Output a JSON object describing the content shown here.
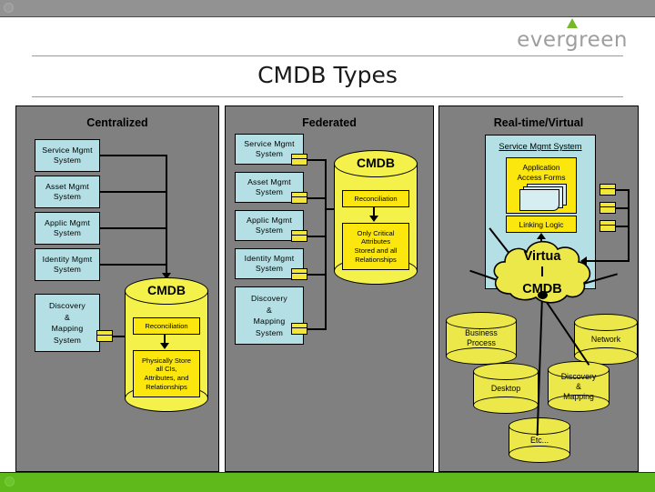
{
  "chrome": {
    "top_bar_color": "#929292",
    "bottom_bar_color": "#5fb91b"
  },
  "brand": {
    "logo_text": "evergreen",
    "logo_icon": "tree-triangle-icon",
    "logo_color": "#9e9e9e",
    "tree_color": "#76b82a"
  },
  "slide": {
    "title": "CMDB Types"
  },
  "columns": [
    {
      "id": "centralized",
      "title": "Centralized",
      "systems": [
        "Service Mgmt System",
        "Asset Mgmt System",
        "Applic Mgmt System",
        "Identity Mgmt System"
      ],
      "discovery_label": "Discovery & Mapping System",
      "discovery_lines": [
        "Discovery",
        "&",
        "Mapping",
        "System"
      ],
      "cmdb": {
        "label": "CMDB",
        "reconciliation": "Reconciliation",
        "store": "Physically Store all CIs, Attributes, and Relationships",
        "store_lines": [
          "Physically Store",
          "all CIs,",
          "Attributes, and",
          "Relationships"
        ]
      }
    },
    {
      "id": "federated",
      "title": "Federated",
      "systems": [
        "Service Mgmt System",
        "Asset Mgmt System",
        "Applic Mgmt System",
        "Identity Mgmt System"
      ],
      "discovery_label": "Discovery & Mapping System",
      "discovery_lines": [
        "Discovery",
        "&",
        "Mapping",
        "System"
      ],
      "cmdb": {
        "label": "CMDB",
        "reconciliation": "Reconciliation",
        "store": "Only Critical Attributes Stored and all Relationships",
        "store_lines": [
          "Only Critical",
          "Attributes",
          "Stored and all",
          "Relationships"
        ]
      }
    },
    {
      "id": "realtime",
      "title": "Real-time/Virtual",
      "service_mgmt_system": "Service Mgmt System",
      "application_access_forms": "Application Access Forms",
      "application_access_forms_lines": [
        "Application",
        "Access Forms"
      ],
      "linking_logic": "Linking Logic",
      "virtual_cmdb_lines": [
        "Virtua",
        "l",
        "CMDB"
      ],
      "virtual_cmdb": "Virtual CMDB",
      "sources": [
        {
          "name": "business-process",
          "label": "Business Process",
          "lines": [
            "Business",
            "Process"
          ]
        },
        {
          "name": "network",
          "label": "Network",
          "lines": [
            "Network"
          ]
        },
        {
          "name": "desktop",
          "label": "Desktop",
          "lines": [
            "Desktop"
          ]
        },
        {
          "name": "discovery-mapping",
          "label": "Discovery & Mapping",
          "lines": [
            "Discovery",
            "&",
            "Mapping"
          ]
        },
        {
          "name": "etc",
          "label": "Etc...",
          "lines": [
            "Etc..."
          ]
        }
      ]
    }
  ],
  "palette": {
    "system_box": "#b3dfe5",
    "cylinder": "#ece84a",
    "inner_box": "#fbe70d",
    "panel": "#808080"
  }
}
